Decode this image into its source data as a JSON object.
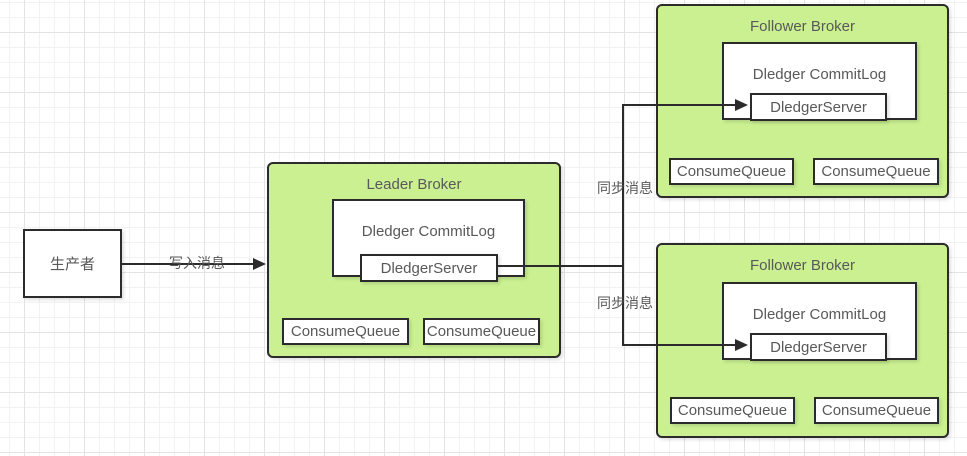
{
  "colors": {
    "broker_fill": "#caf091",
    "stroke": "#2b2b2b",
    "text": "#595959",
    "canvas_bg": "#ffffff"
  },
  "producer": {
    "label": "生产者"
  },
  "edges": {
    "write": {
      "label": "写入消息"
    },
    "sync_top": {
      "label": "同步消息"
    },
    "sync_bottom": {
      "label": "同步消息"
    }
  },
  "leader": {
    "title": "Leader Broker",
    "commitlog_label": "Dledger CommitLog",
    "server_label": "DledgerServer",
    "queues": [
      "ConsumeQueue",
      "ConsumeQueue"
    ]
  },
  "follower_top": {
    "title": "Follower Broker",
    "commitlog_label": "Dledger CommitLog",
    "server_label": "DledgerServer",
    "queues": [
      "ConsumeQueue",
      "ConsumeQueue"
    ]
  },
  "follower_bottom": {
    "title": "Follower Broker",
    "commitlog_label": "Dledger CommitLog",
    "server_label": "DledgerServer",
    "queues": [
      "ConsumeQueue",
      "ConsumeQueue"
    ]
  }
}
